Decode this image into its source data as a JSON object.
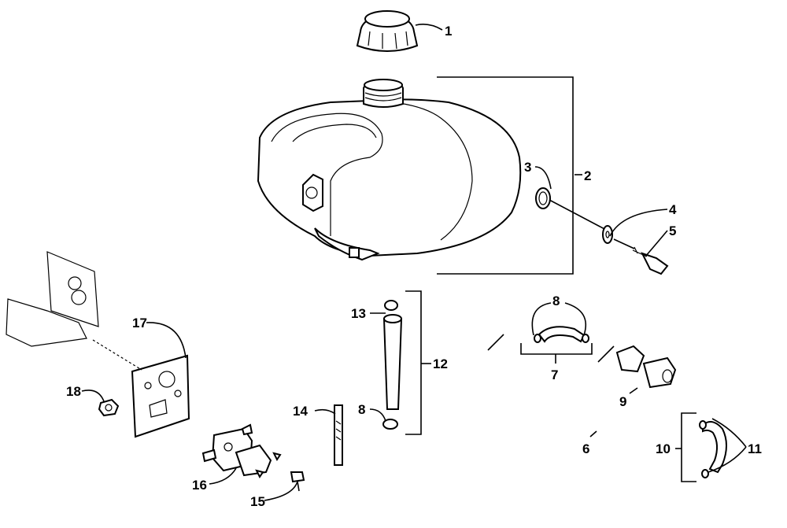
{
  "labels": {
    "l1": "1",
    "l2": "2",
    "l3": "3",
    "l4": "4",
    "l5": "5",
    "l6": "6",
    "l7": "7",
    "l8a": "8",
    "l8b": "8",
    "l9": "9",
    "l10": "10",
    "l11": "11",
    "l12": "12",
    "l13": "13",
    "l14": "14",
    "l15": "15",
    "l16": "16",
    "l17": "17",
    "l18": "18"
  }
}
